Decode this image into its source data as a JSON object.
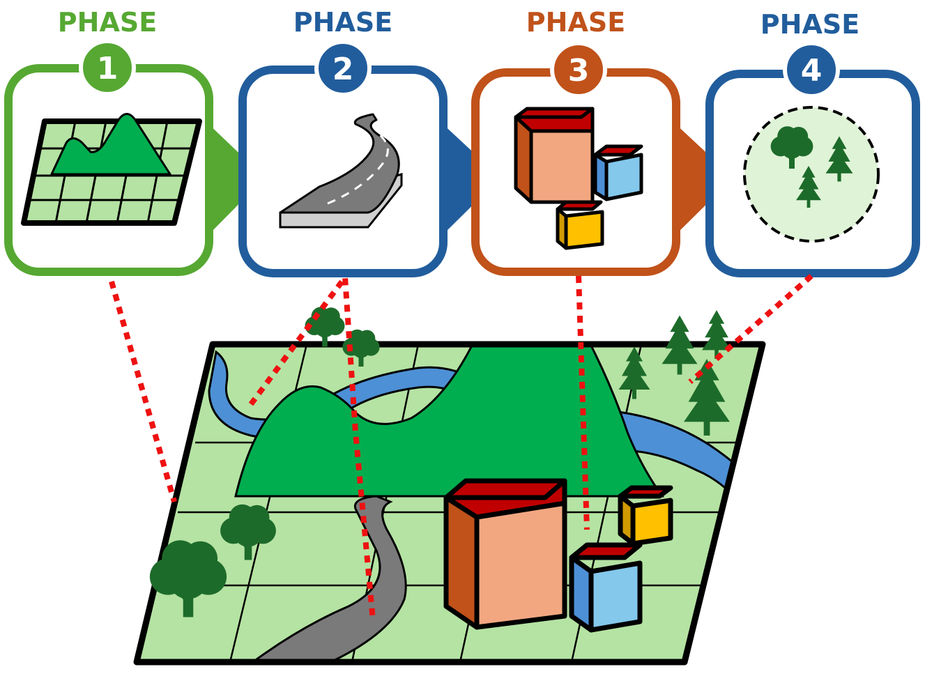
{
  "phases": [
    {
      "label": "PHASE",
      "number": "1",
      "color": "#56a832",
      "icon": "terrain-grid-icon"
    },
    {
      "label": "PHASE",
      "number": "2",
      "color": "#215d9c",
      "icon": "road-icon"
    },
    {
      "label": "PHASE",
      "number": "3",
      "color": "#c0521a",
      "icon": "buildings-icon"
    },
    {
      "label": "PHASE",
      "number": "4",
      "color": "#215d9c",
      "icon": "vegetation-icon"
    }
  ],
  "colors": {
    "ground": "#b5e3a3",
    "mountain": "#00ae4f",
    "river": "#4d90d6",
    "road": "#7a7a7a",
    "tree_dark": "#1d6b2a",
    "connector": "#ee1111",
    "roof": "#c00000",
    "building_front": "#f2a781",
    "building_side": "#c0521a",
    "cube_blue": "#84c8ec",
    "cube_yellow": "#ffc000"
  }
}
